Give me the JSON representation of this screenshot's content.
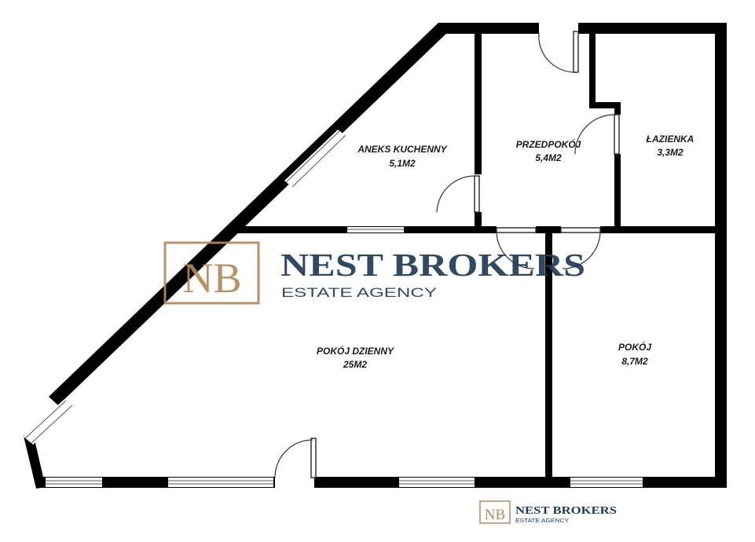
{
  "rooms": [
    {
      "name": "ANEKS KUCHENNY",
      "area": "5,1M2"
    },
    {
      "name": "PRZEDPOKÓJ",
      "area": "5,4M2"
    },
    {
      "name": "ŁAZIENKA",
      "area": "3,3M2"
    },
    {
      "name": "POKÓJ DZIENNY",
      "area": "25M2"
    },
    {
      "name": "POKÓJ",
      "area": "8,7M2"
    }
  ],
  "watermark": {
    "initials": "NB",
    "name": "NEST BROKERS",
    "tagline": "ESTATE AGENCY"
  },
  "footer_logo": {
    "initials": "NB",
    "name": "NEST BROKERS",
    "tagline": "ESTATE AGENCY"
  },
  "colors": {
    "wall": "#000000",
    "brand_navy": "#1f3b56",
    "brand_gold": "#b48a5a"
  }
}
